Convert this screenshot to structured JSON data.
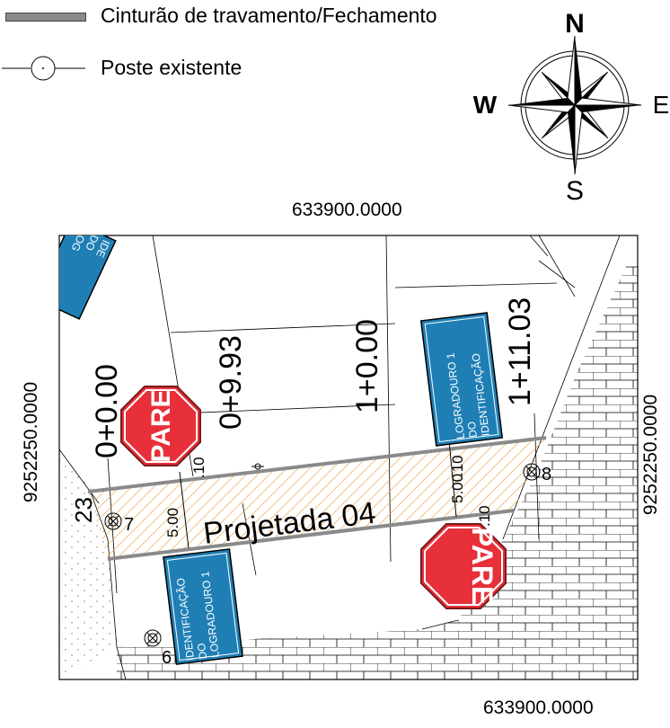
{
  "legend": {
    "items": [
      {
        "label": "Cinturão de travamento/Fechamento",
        "symbol": "gray-band"
      },
      {
        "label": "Poste existente",
        "symbol": "pole-circle"
      }
    ]
  },
  "compass": {
    "n": "N",
    "s": "S",
    "e": "E",
    "w": "W"
  },
  "coordinates": {
    "top": "633900.0000",
    "bottom": "633900.0000",
    "left": "9252250.0000",
    "right": "9252250.0000"
  },
  "street": {
    "name": "Projetada 04"
  },
  "stations": [
    "0+0.00",
    "0+9.93",
    "1+0.00",
    "1+11.03"
  ],
  "dimensions": {
    "width": "5.00",
    "offset": ".10"
  },
  "signs": {
    "stop_text": "PARE",
    "id_line1": "IDENTIFICAÇÃO",
    "id_line2": "DO",
    "id_line3": "LOGRADOURO 1",
    "partial_line1": "IDE",
    "partial_line2": "DO",
    "partial_line3": "LOG"
  },
  "poles": [
    "7",
    "8",
    "6"
  ],
  "partial_label": "23",
  "colors": {
    "sign_blue": "#1f7fb5",
    "stop_red": "#e8303a",
    "hatch": "#f0a040",
    "band_gray": "#808080"
  }
}
